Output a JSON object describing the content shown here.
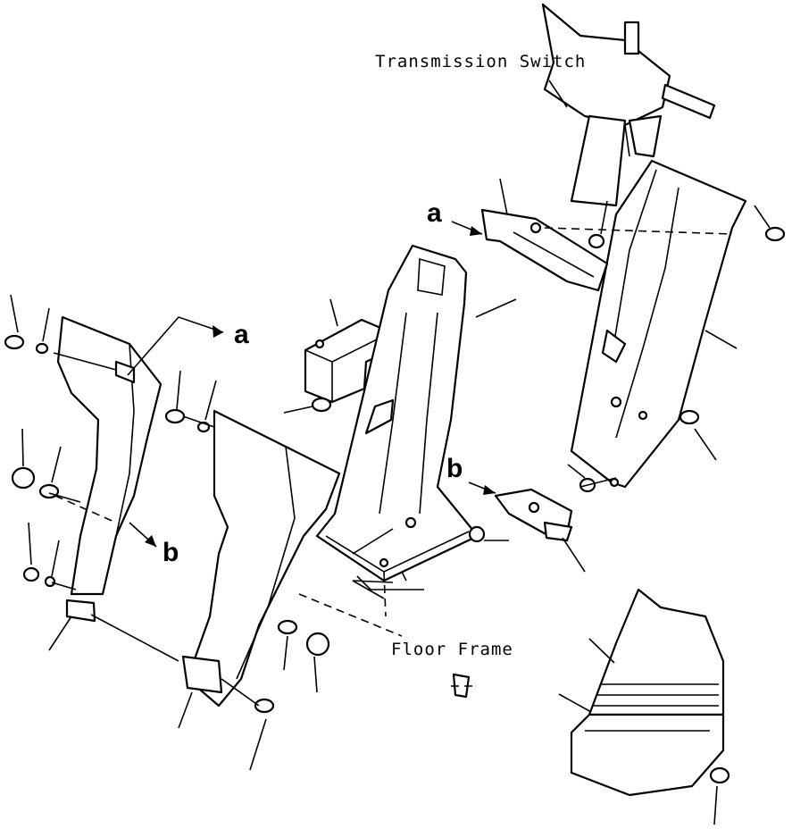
{
  "labels": {
    "transmission_switch": "Transmission Switch",
    "floor_frame": "Floor Frame",
    "ref_a_top": "a",
    "ref_a_right": "a",
    "ref_b_left": "b",
    "ref_b_right": "b"
  },
  "colors": {
    "ink": "#000000",
    "paper": "#ffffff"
  }
}
